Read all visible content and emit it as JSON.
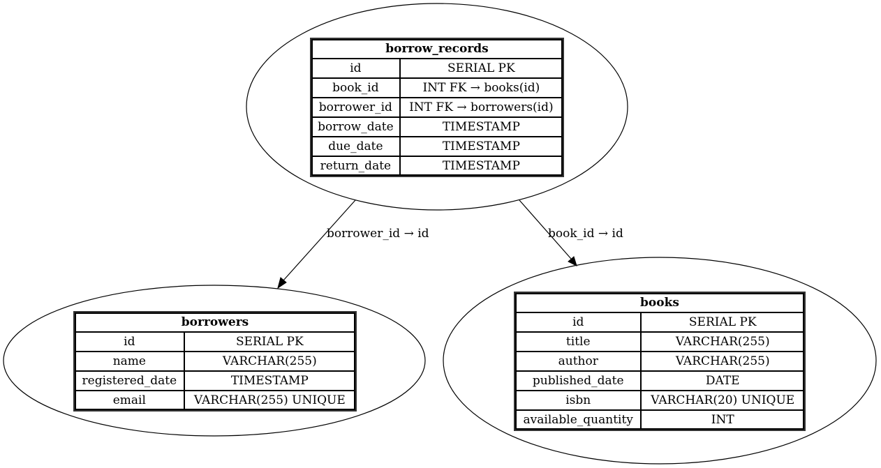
{
  "entities": {
    "borrow_records": {
      "name": "borrow_records",
      "rows": [
        {
          "field": "id",
          "type": "SERIAL PK"
        },
        {
          "field": "book_id",
          "type": "INT FK → books(id)"
        },
        {
          "field": "borrower_id",
          "type": "INT FK → borrowers(id)"
        },
        {
          "field": "borrow_date",
          "type": "TIMESTAMP"
        },
        {
          "field": "due_date",
          "type": "TIMESTAMP"
        },
        {
          "field": "return_date",
          "type": "TIMESTAMP"
        }
      ]
    },
    "borrowers": {
      "name": "borrowers",
      "rows": [
        {
          "field": "id",
          "type": "SERIAL PK"
        },
        {
          "field": "name",
          "type": "VARCHAR(255)"
        },
        {
          "field": "registered_date",
          "type": "TIMESTAMP"
        },
        {
          "field": "email",
          "type": "VARCHAR(255) UNIQUE"
        }
      ]
    },
    "books": {
      "name": "books",
      "rows": [
        {
          "field": "id",
          "type": "SERIAL PK"
        },
        {
          "field": "title",
          "type": "VARCHAR(255)"
        },
        {
          "field": "author",
          "type": "VARCHAR(255)"
        },
        {
          "field": "published_date",
          "type": "DATE"
        },
        {
          "field": "isbn",
          "type": "VARCHAR(20) UNIQUE"
        },
        {
          "field": "available_quantity",
          "type": "INT"
        }
      ]
    }
  },
  "edges": {
    "borrowers": {
      "label": "borrower_id → id"
    },
    "books": {
      "label": "book_id → id"
    }
  }
}
